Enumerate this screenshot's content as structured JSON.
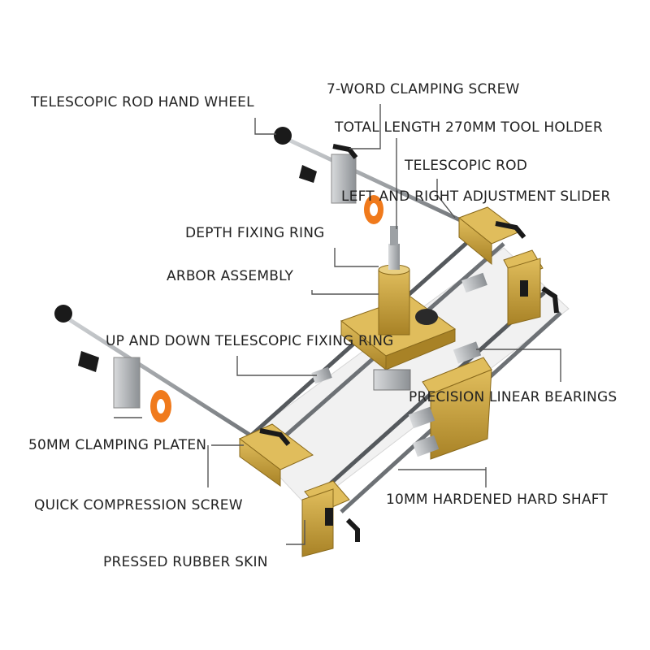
{
  "labels": {
    "hand_wheel": "TELESCOPIC ROD HAND WHEEL",
    "clamping_screw_7": "7-WORD CLAMPING SCREW",
    "tool_holder": "TOTAL LENGTH 270MM TOOL HOLDER",
    "telescopic_rod": "TELESCOPIC ROD",
    "adjustment_slider": "LEFT AND RIGHT ADJUSTMENT SLIDER",
    "depth_ring": "DEPTH FIXING RING",
    "arbor": "ARBOR ASSEMBLY",
    "up_down_ring": "UP AND DOWN TELESCOPIC FIXING RING",
    "linear_bearings": "PRECISION LINEAR BEARINGS",
    "clamping_platen": "50MM CLAMPING PLATEN",
    "quick_screw": "QUICK COMPRESSION SCREW",
    "hard_shaft": "10MM HARDENED HARD SHAFT",
    "rubber_skin": "PRESSED RUBBER SKIN"
  },
  "colors": {
    "gold": "#c9a23a",
    "orange": "#f07a1c",
    "steel": "#8a8d90",
    "black": "#1a1a1a",
    "line": "#555555"
  }
}
